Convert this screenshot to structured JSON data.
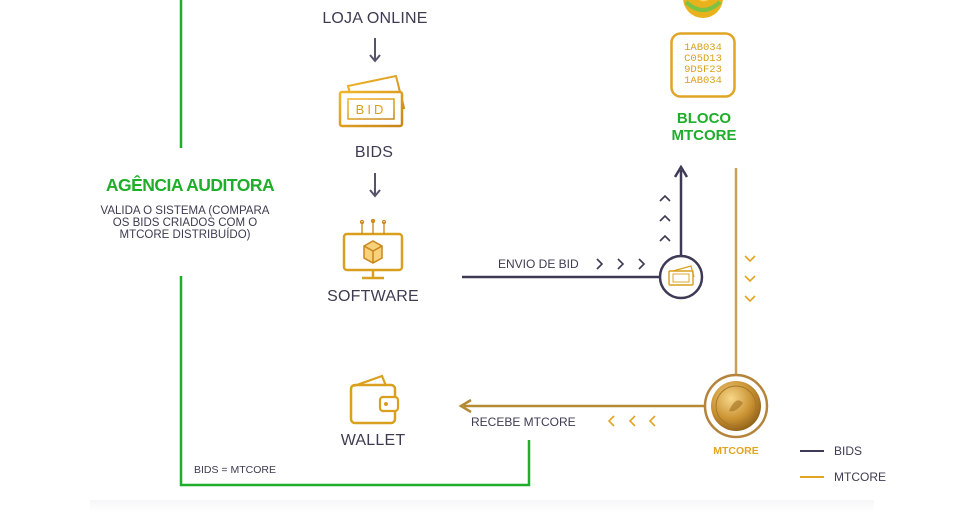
{
  "flow": {
    "store_label": "LOJA ONLINE",
    "bids_label": "BIDS",
    "bid_ticket_text": "BID",
    "software_label": "SOFTWARE",
    "wallet_label": "WALLET",
    "send_bid_label": "ENVIO DE BID",
    "receive_label": "RECEBE MTCORE",
    "mtcore_coin_label": "MTCORE"
  },
  "block": {
    "hash_lines": [
      "1AB034",
      "C05D13",
      "9D5F23",
      "1AB034"
    ],
    "title_line1": "BLOCO",
    "title_line2": "MTCORE"
  },
  "agency": {
    "title": "AGÊNCIA AUDITORA",
    "desc_line1": "VALIDA O SISTEMA (COMPARA",
    "desc_line2": "OS BIDS CRIADOS COM O",
    "desc_line3": "MTCORE DISTRIBUÍDO)",
    "equation": "BIDS = MTCORE"
  },
  "legend": {
    "items": [
      {
        "label": "BIDS",
        "color": "#3d3a55"
      },
      {
        "label": "MTCORE",
        "color": "#e3a521"
      }
    ]
  },
  "colors": {
    "green": "#1fae2a",
    "gold": "#d9a01d",
    "dark": "#3d3a55"
  },
  "icons": [
    "arrow-down-icon",
    "bid-ticket-icon",
    "software-monitor-icon",
    "wallet-icon",
    "hash-block-icon",
    "mtcore-coin-icon",
    "logo-icon",
    "chevron-right-icon",
    "chevron-left-icon",
    "chevron-up-icon",
    "chevron-down-icon"
  ]
}
